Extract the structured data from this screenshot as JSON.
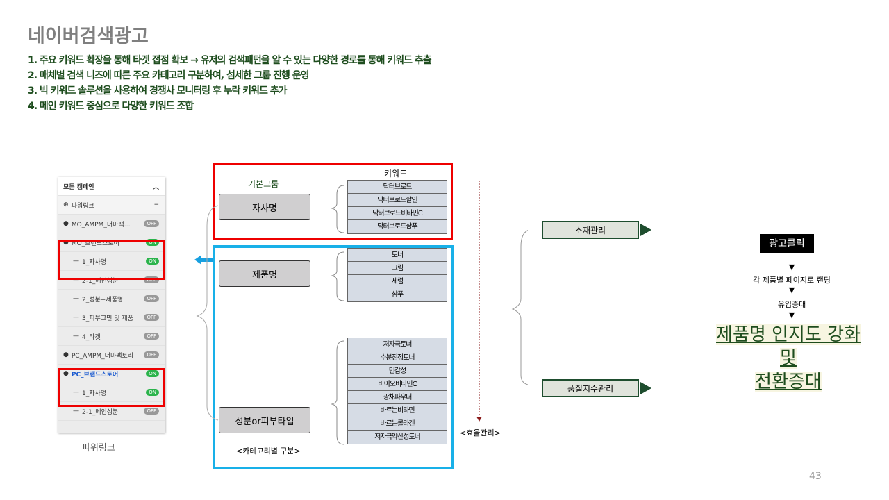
{
  "title": "네이버검색광고",
  "bullets": [
    "1. 주요 키워드 확장을 통해 타겟 접점 확보 → 유저의 검색패턴을 알 수 있는 다양한 경로를 통해 키워드 추출",
    "2. 매체별 검색 니즈에 따른 주요 카테고리 구분하여,  섬세한 그룹 진행 운영",
    "3. 빅 키워드 솔루션을 사용하여 경쟁사 모니터링 후 누락 키워드 추가",
    "4. 메인 키워드 중심으로 다양한 키워드 조합"
  ],
  "panel": {
    "header": "모든 캠페인",
    "section": "파워링크",
    "rows": [
      {
        "label": "MO_AMPM_더마팩…",
        "status": "OFF",
        "child": false
      },
      {
        "label": "MO_브랜드스토어",
        "status": "ON",
        "child": false
      },
      {
        "label": "1_자사명",
        "status": "ON",
        "child": true
      },
      {
        "label": "2-1_메인성분",
        "status": "OFF",
        "child": true
      },
      {
        "label": "2_성분+제품명",
        "status": "OFF",
        "child": true
      },
      {
        "label": "3_피부고민 및 제품",
        "status": "OFF",
        "child": true
      },
      {
        "label": "4_타겟",
        "status": "OFF",
        "child": true
      },
      {
        "label": "PC_AMPM_더마팩토리",
        "status": "OFF",
        "child": false
      },
      {
        "label": "PC_브랜드스토어",
        "status": "ON",
        "child": false
      },
      {
        "label": "1_자사명",
        "status": "ON",
        "child": true
      },
      {
        "label": "2-1_메인성분",
        "status": "OFF",
        "child": true
      }
    ],
    "caption": "파워링크"
  },
  "diagram": {
    "group_header": "기본그룹",
    "keyword_header": "키워드",
    "groups": [
      "자사명",
      "제품명",
      "성분or피부타입"
    ],
    "keywords": [
      [
        "닥터브로드",
        "닥터브로드할인",
        "닥터브로드비타민C",
        "닥터브로드샴푸"
      ],
      [
        "토너",
        "크림",
        "세럼",
        "샴푸"
      ],
      [
        "저자극토너",
        "수분진정토너",
        "민감성",
        "바이오비타민C",
        "광채파우더",
        "바르는비타민",
        "바르는콜라겐",
        "저자극약산성토너"
      ]
    ],
    "category_caption": "<카테고리별 구분>",
    "efficiency": "<효율관리>",
    "mgmt": [
      "소재관리",
      "품질지수관리"
    ]
  },
  "flow": {
    "start": "광고클릭",
    "step1": "각 제품별 페이지로 랜딩",
    "step2": "유입증대",
    "result1": "제품명 인지도 강화",
    "result2": "및",
    "result3": "전환증대"
  },
  "page_number": "43"
}
